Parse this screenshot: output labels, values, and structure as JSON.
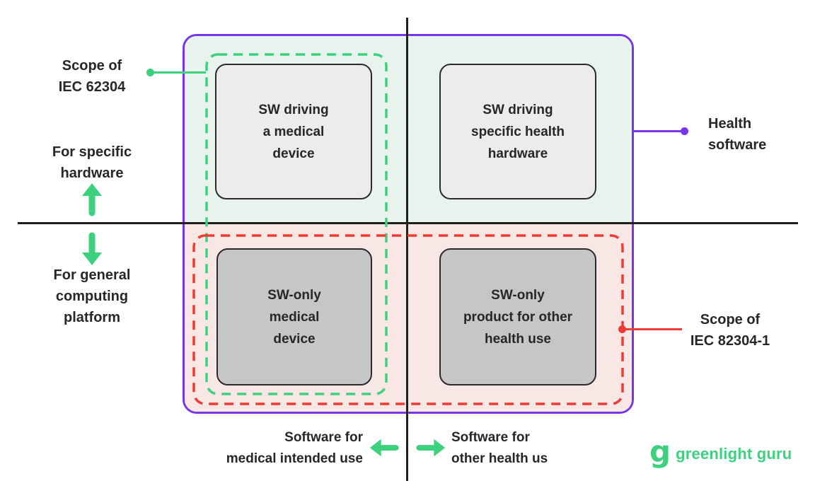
{
  "colors": {
    "purple": "#7735E8",
    "green": "#3DD17E",
    "red": "#EE3B33",
    "mint_bg": "#E9F3EE",
    "pink_bg": "#F8E7E5",
    "box_light_bg": "#ECECEC",
    "box_dark_bg": "#C6C6C6",
    "axis_line": "#1F1F1F",
    "text": "#26262B"
  },
  "boxes": {
    "top_left": "SW driving\na medical\ndevice",
    "top_right": "SW driving\nspecific health\nhardware",
    "bottom_left": "SW-only\nmedical\ndevice",
    "bottom_right": "SW-only\nproduct for other\nhealth use"
  },
  "callouts": {
    "scope_iec_62304": "Scope of\nIEC 62304",
    "health_software": "Health\nsoftware",
    "scope_iec_82304": "Scope of\nIEC 82304-1"
  },
  "axes": {
    "specific_hardware": "For specific\nhardware",
    "general_computing": "For general\ncomputing\nplatform",
    "medical_use": "Software for\nmedical intended use",
    "other_health_use": "Software for\nother health us"
  },
  "logo": {
    "glyph": "g",
    "text": "greenlight guru"
  }
}
